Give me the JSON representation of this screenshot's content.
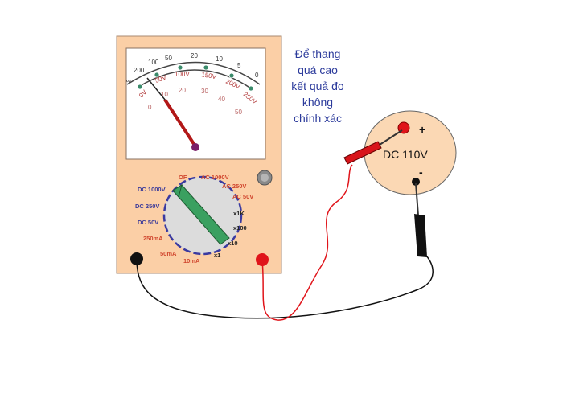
{
  "note": [
    "Để thang",
    "quá cao",
    "kết quả đo",
    "không",
    "chính xác"
  ],
  "meter": {
    "ohm_scale": [
      "∞",
      "200",
      "100",
      "50",
      "20",
      "10",
      "5",
      "0"
    ],
    "volt_scale": [
      "0V",
      "50V",
      "100V",
      "150V",
      "200V",
      "250V"
    ],
    "low_scale": [
      "0",
      "10",
      "20",
      "30",
      "40",
      "50"
    ],
    "dial": {
      "off": "OF",
      "ac": [
        "AC 1000V",
        "AC 250V",
        "AC 50V"
      ],
      "dc": [
        "DC 1000V",
        "DC 250V",
        "DC 50V"
      ],
      "ohm": [
        "x1K",
        "x100",
        "x10",
        "x1"
      ],
      "ma": [
        "250mA",
        "50mA",
        "10mA"
      ],
      "selected": "DC 1000V"
    }
  },
  "source": {
    "label": "DC 110V",
    "plus": "+",
    "minus": "-"
  },
  "colors": {
    "body": "#fbcfa6",
    "note": "#2b3a9b",
    "knob": "#3aa060",
    "red": "#e0141a"
  }
}
